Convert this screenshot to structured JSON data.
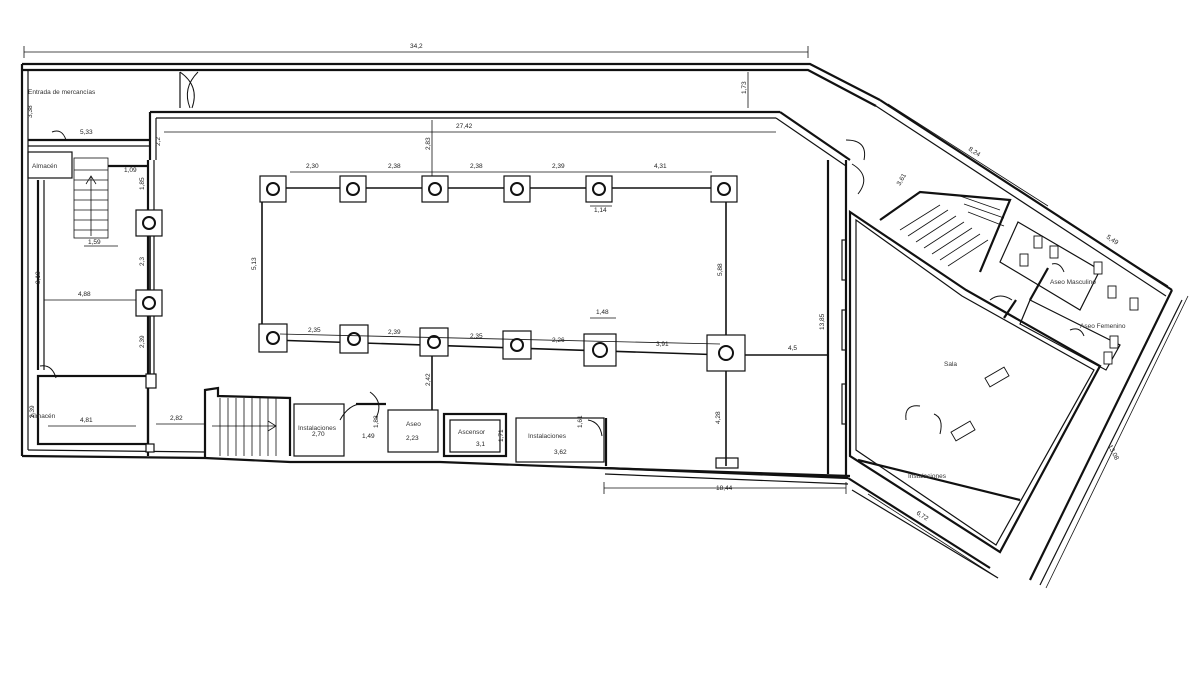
{
  "rooms": {
    "entrada": "Entrada de mercancías",
    "almacen": "Almacén",
    "almacen2": "Almacén",
    "instalaciones1": "Instalaciones",
    "aseo": "Aseo",
    "ascensor": "Ascensor",
    "instalaciones2": "Instalaciones",
    "aseo_masculino": "Aseo Masculino",
    "aseo_femenino": "Aseo Femenino",
    "sala": "Sala",
    "instalaciones3": "Instalaciones"
  },
  "dimensions": {
    "total_length": "34,2",
    "interior_length": "27,42",
    "top_right": "1,73",
    "top_mid": "2,83",
    "entrance_h": "3,38",
    "entrance_w": "5,33",
    "small_gap": "2,2",
    "small_w": "1,09",
    "stair_w": "1,59",
    "left_h1": "1,85",
    "left_h2": "2,3",
    "left_tall": "8,18",
    "left_w": "4,88",
    "left_h3": "2,39",
    "almacen_h": "2,39",
    "almacen_w": "4,81",
    "corridor": "2,82",
    "top_span1": "2,30",
    "top_span2": "2,38",
    "top_span3": "2,38",
    "top_span4": "2,39",
    "top_span5": "4,31",
    "col_w_top": "1,14",
    "grid_h": "5,13",
    "right_h": "5,88",
    "bot_span1": "2,35",
    "bot_span2": "2,39",
    "bot_span3": "2,35",
    "bot_span4": "2,26",
    "bot_span5": "3,91",
    "col_w_bot": "1,48",
    "right_gap": "4,5",
    "hall_h": "13,85",
    "v_242": "2,42",
    "v_428": "4,28",
    "inst_w1": "2,70",
    "door_h": "1,88",
    "door_w": "1,49",
    "aseo_w": "2,23",
    "asc_w": "3,1",
    "asc_h": "1,71",
    "inst_w2": "3,62",
    "inst_h2": "1,61",
    "bottom_len": "18,44",
    "wing_top": "8,24",
    "wing_small": "3,61",
    "wing_side": "5,49",
    "wing_right": "13,08",
    "wing_bottom": "6,72"
  }
}
